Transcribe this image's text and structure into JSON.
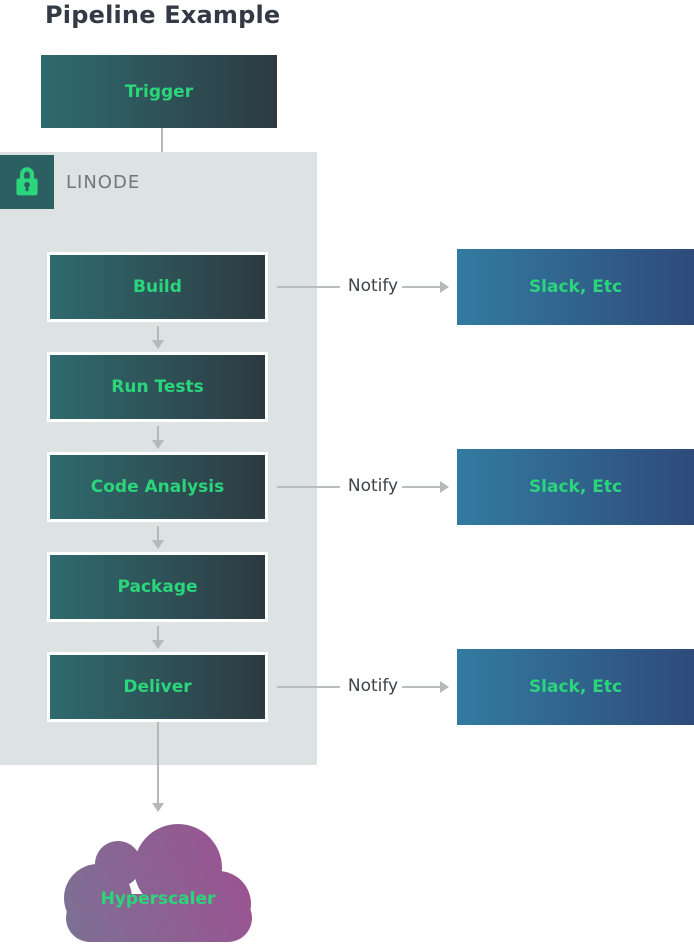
{
  "title": "Pipeline Example",
  "linode_group": {
    "label": "LINODE",
    "lock_icon": "lock-icon"
  },
  "trigger": {
    "label": "Trigger"
  },
  "pipeline_steps": [
    {
      "label": "Build",
      "notify": true
    },
    {
      "label": "Run Tests",
      "notify": false
    },
    {
      "label": "Code Analysis",
      "notify": true
    },
    {
      "label": "Package",
      "notify": false
    },
    {
      "label": "Deliver",
      "notify": true
    }
  ],
  "notify_label": "Notify",
  "notification_targets": [
    {
      "label": "Slack, Etc"
    },
    {
      "label": "Slack, Etc"
    },
    {
      "label": "Slack, Etc"
    }
  ],
  "cloud": {
    "label": "Hyperscaler"
  },
  "colors": {
    "accent_green": "#2bd67b",
    "step_gradient_start": "#2e6b6e",
    "step_gradient_end": "#2d3a42",
    "slack_gradient_start": "#337ba0",
    "slack_gradient_end": "#2e4b7a",
    "cloud_gradient_start": "#7d7094",
    "cloud_gradient_end": "#9d5191",
    "container_bg": "#dce3e2",
    "lock_badge_bg": "#2c5f62",
    "arrow_gray": "#b3bab9",
    "title_color": "#333a45",
    "linode_label_color": "#6e797a"
  }
}
